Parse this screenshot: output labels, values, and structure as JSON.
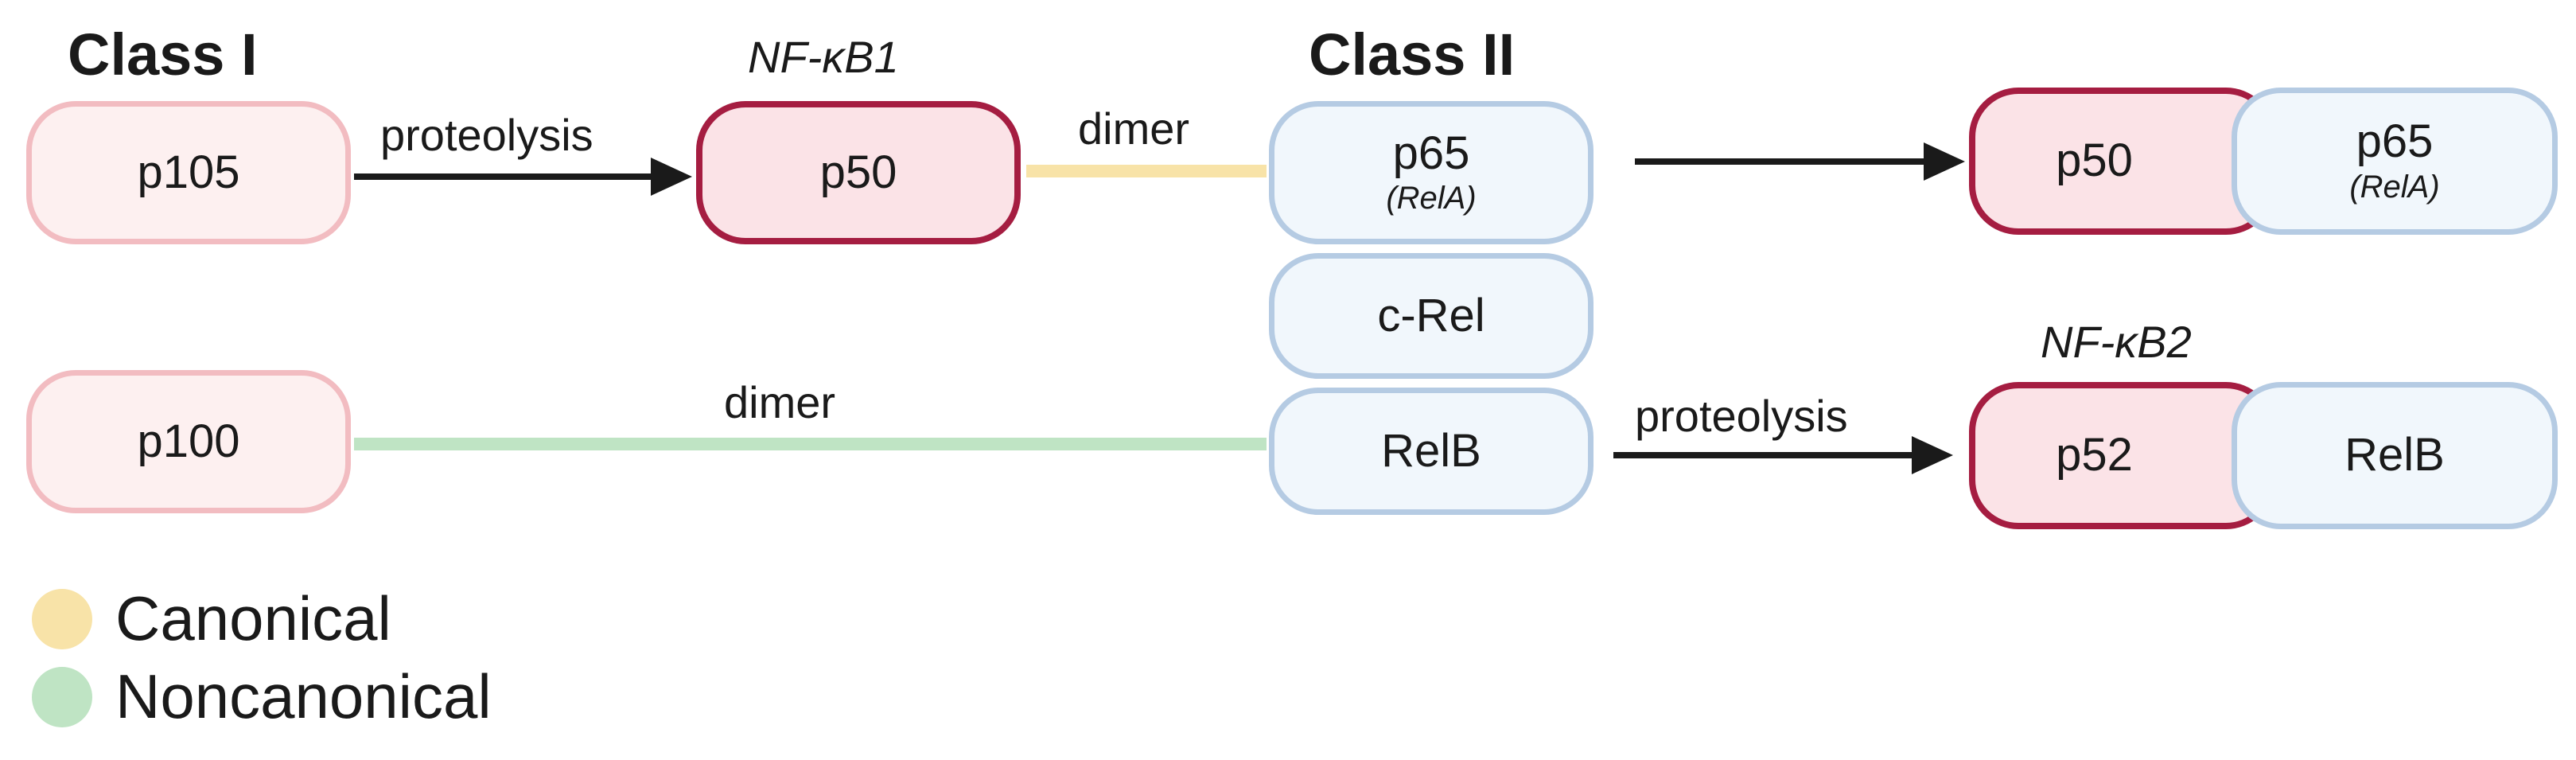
{
  "headings": {
    "class1": "Class I",
    "class2": "Class II"
  },
  "genes": {
    "nfkb1": "NF-κB1",
    "nfkb2": "NF-κB2"
  },
  "proteins": {
    "p105": "p105",
    "p50": "p50",
    "p100": "p100",
    "p65": "p65",
    "p65_alias": "(RelA)",
    "crel": "c-Rel",
    "relb": "RelB",
    "complex1_p50": "p50",
    "complex1_p65": "p65",
    "complex1_p65_alias": "(RelA)",
    "complex2_p52": "p52",
    "complex2_relb": "RelB"
  },
  "edges": {
    "p105_to_p50": "proteolysis",
    "p50_p65_dimer": "dimer",
    "p100_relb_dimer": "dimer",
    "relb_to_p52": "proteolysis"
  },
  "legend": [
    {
      "label": "Canonical",
      "color": "#f8e3a8"
    },
    {
      "label": "Noncanonical",
      "color": "#bfe4c4"
    }
  ],
  "colors": {
    "canonical_line": "#f8e3a8",
    "noncanonical_line": "#bfe4c4",
    "arrow": "#1a1a1a"
  }
}
